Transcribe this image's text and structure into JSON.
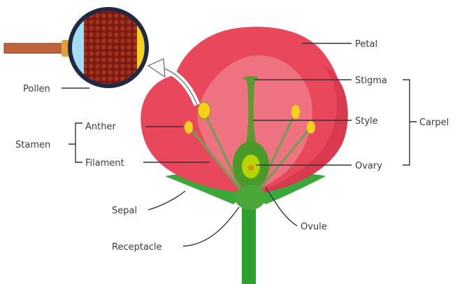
{
  "diagram": {
    "labels": {
      "petal": "Petal",
      "stigma": "Stigma",
      "style": "Style",
      "ovary": "Ovary",
      "carpel": "Carpel",
      "pollen": "Pollen",
      "anther": "Anther",
      "stamen": "Stamen",
      "filament": "Filament",
      "sepal": "Sepal",
      "ovule": "Ovule",
      "receptacle": "Receptacle"
    },
    "colors": {
      "petal": "#e8475c",
      "petal_inner": "#f07a86",
      "stem": "#2e9e2e",
      "style_green": "#5a9a2e",
      "anther_yellow": "#f4d21c",
      "pollen_brown": "#9b2a1a",
      "lens_frame": "#1e2a44",
      "handle": "#c0623a"
    },
    "icons": {
      "magnifier": "magnifier-icon",
      "arrow": "curved-arrow-icon"
    }
  }
}
